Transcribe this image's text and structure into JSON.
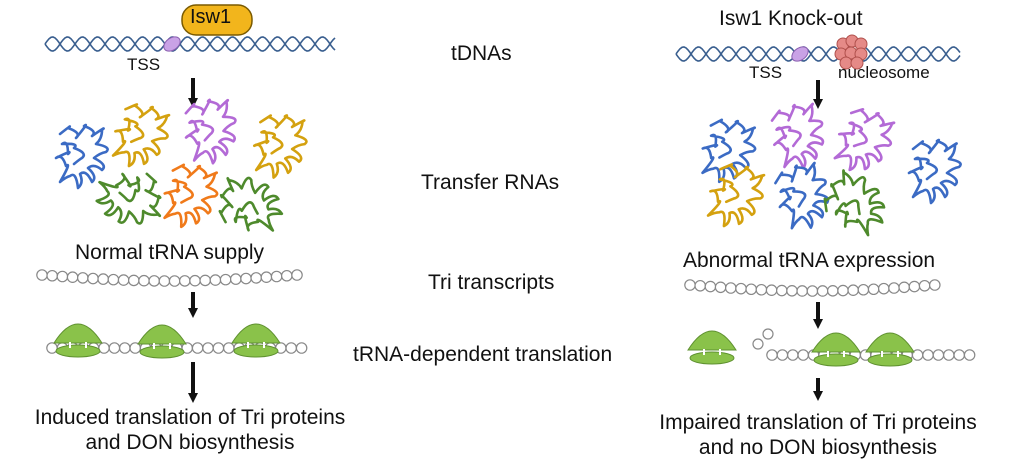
{
  "center_labels": {
    "tdnas": "tDNAs",
    "transfer_rnas": "Transfer RNAs",
    "tri_transcripts": "Tri transcripts",
    "translation": "tRNA-dependent translation"
  },
  "left": {
    "protein_badge": "Isw1",
    "tss": "TSS",
    "supply": "Normal tRNA supply",
    "outcome_line1": "Induced translation of Tri proteins",
    "outcome_line2": "and DON biosynthesis"
  },
  "right": {
    "title": "Isw1 Knock-out",
    "tss": "TSS",
    "nucleosome": "nucleosome",
    "expression": "Abnormal tRNA expression",
    "outcome_line1": "Impaired translation of Tri proteins",
    "outcome_line2": "and no DON biosynthesis"
  },
  "colors": {
    "dna": "#3a5f8f",
    "tss_marker": "#c9a2e6",
    "badge_fill": "#f2b51c",
    "badge_stroke": "#7a5a00",
    "nucleosome": "#e58a87",
    "ribosome": "#8ac24a",
    "trna_blue": "#3b6bc4",
    "trna_gold": "#d4a10f",
    "trna_purple": "#b36ad6",
    "trna_green": "#4e8a2c",
    "trna_orange": "#f07a1a"
  }
}
